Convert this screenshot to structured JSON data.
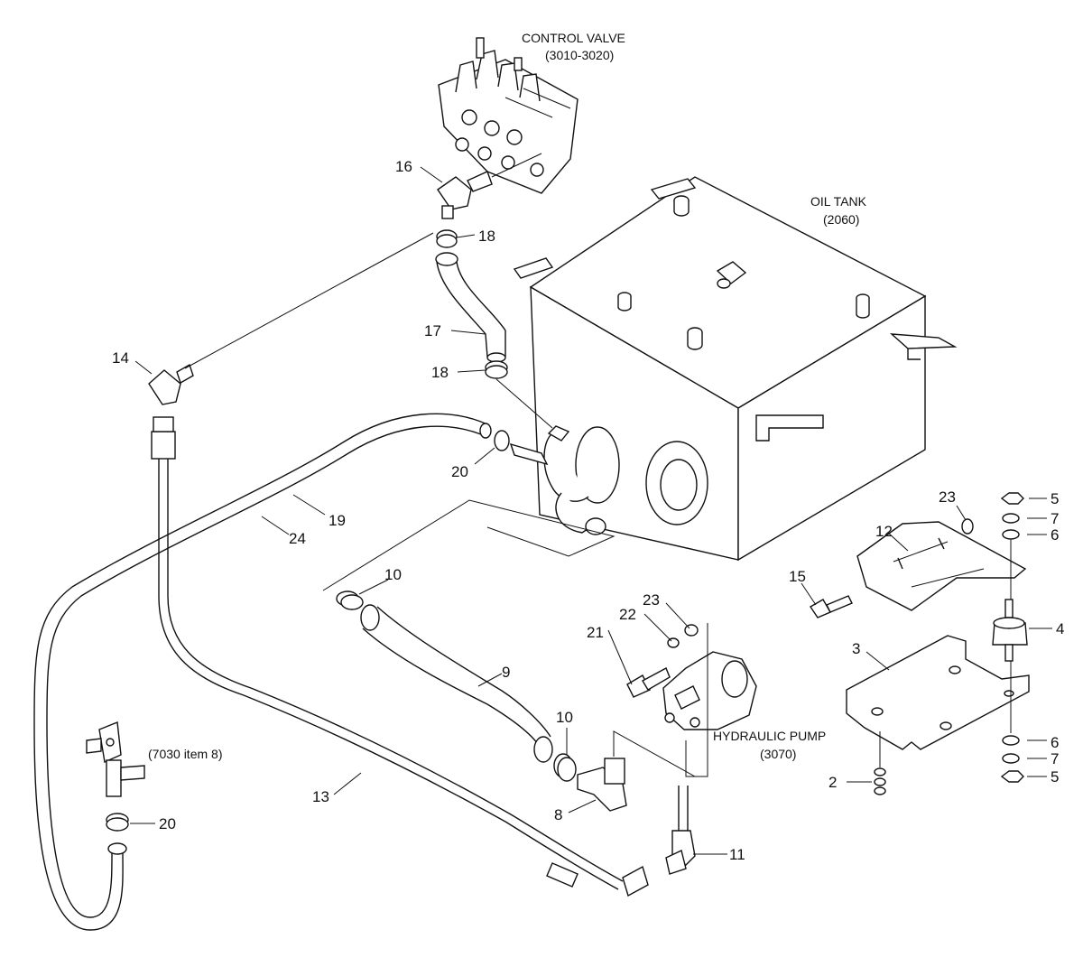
{
  "captions": {
    "control_valve": "CONTROL VALVE",
    "control_valve_ref": "(3010-3020)",
    "oil_tank": "OIL TANK",
    "oil_tank_ref": "(2060)",
    "hydraulic_pump": "HYDRAULIC PUMP",
    "hydraulic_pump_ref": "(3070)",
    "ref_7030": "(7030 item 8)"
  },
  "callouts": {
    "c2": "2",
    "c3": "3",
    "c4": "4",
    "c5a": "5",
    "c5b": "5",
    "c6a": "6",
    "c6b": "6",
    "c7a": "7",
    "c7b": "7",
    "c8": "8",
    "c9": "9",
    "c10a": "10",
    "c10b": "10",
    "c11": "11",
    "c12": "12",
    "c13": "13",
    "c14": "14",
    "c15": "15",
    "c16": "16",
    "c17": "17",
    "c18a": "18",
    "c18b": "18",
    "c19": "19",
    "c20a": "20",
    "c20b": "20",
    "c21": "21",
    "c22": "22",
    "c23a": "23",
    "c23b": "23",
    "c24": "24"
  }
}
